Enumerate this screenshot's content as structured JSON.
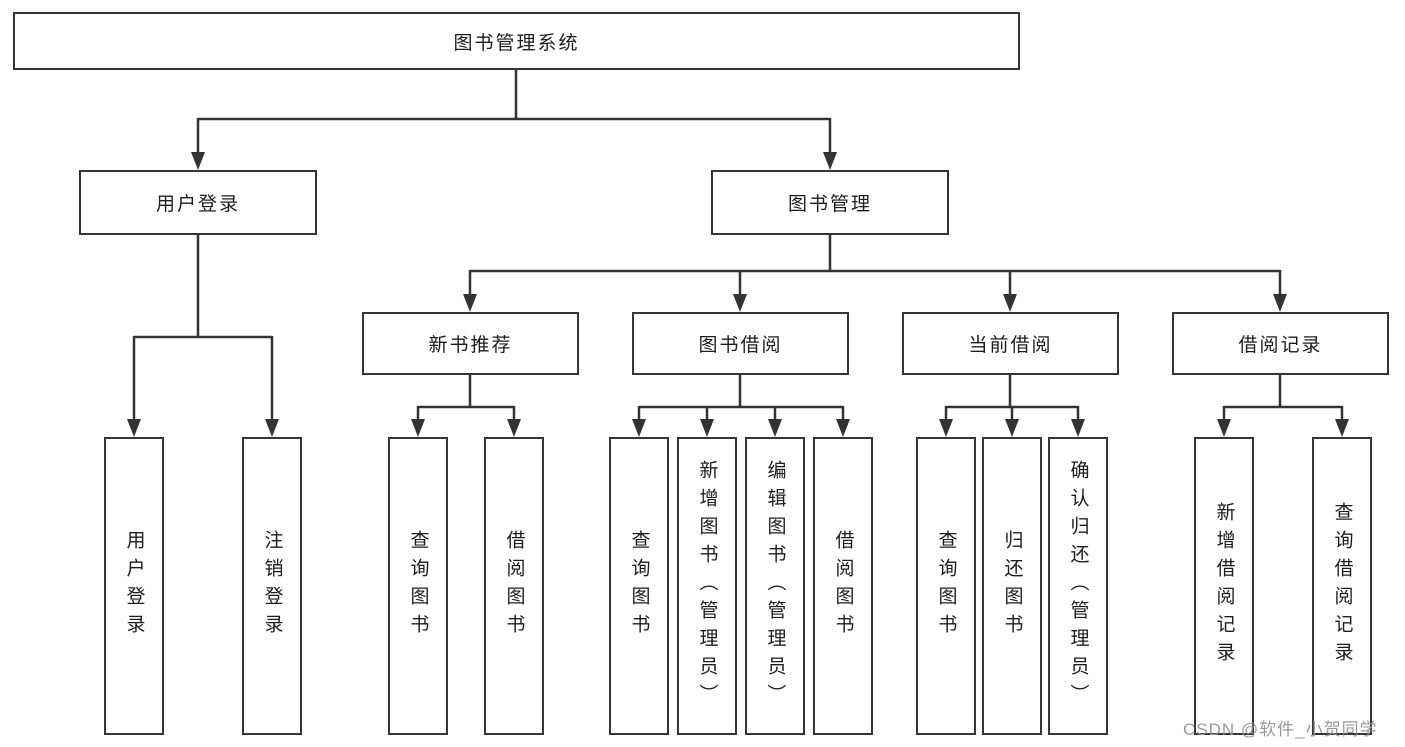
{
  "title": "图书管理系统",
  "branches": {
    "user": {
      "label": "用户登录",
      "children": [
        "用户登录",
        "注销登录"
      ]
    },
    "book": {
      "label": "图书管理",
      "sections": [
        {
          "label": "新书推荐",
          "children": [
            "查询图书",
            "借阅图书"
          ]
        },
        {
          "label": "图书借阅",
          "children": [
            "查询图书",
            "新增图书（管理员）",
            "编辑图书（管理员）",
            "借阅图书"
          ]
        },
        {
          "label": "当前借阅",
          "children": [
            "查询图书",
            "归还图书",
            "确认归还（管理员）"
          ]
        },
        {
          "label": "借阅记录",
          "children": [
            "新增借阅记录",
            "查询借阅记录"
          ]
        }
      ]
    }
  },
  "colors": {
    "line": "#333333",
    "box_border": "#353535",
    "text": "#1c1c1c",
    "watermark": "#949494"
  },
  "watermark": "CSDN @软件_小贺同学"
}
